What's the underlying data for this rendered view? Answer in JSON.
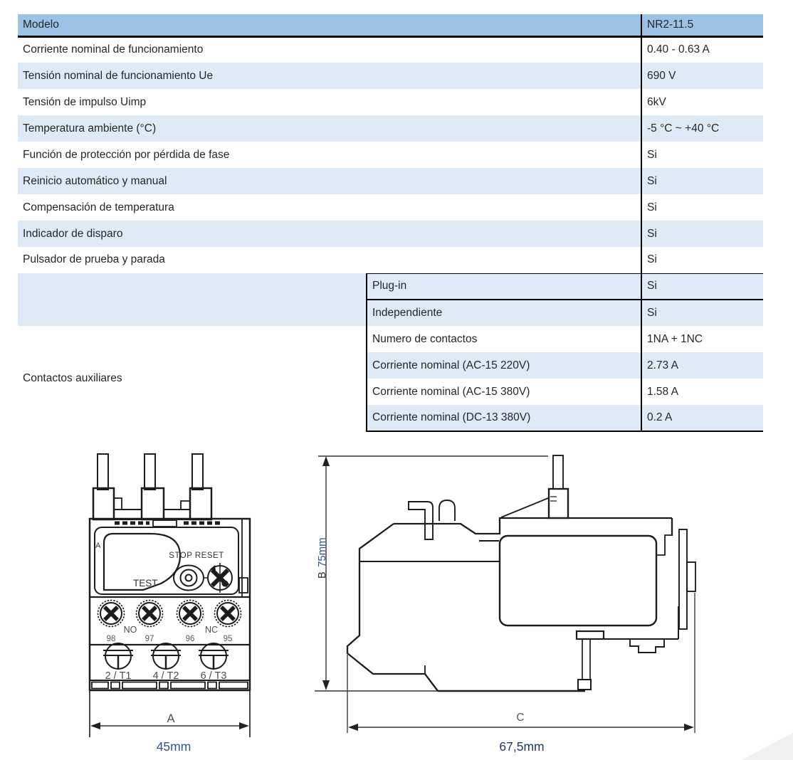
{
  "colors": {
    "header_blue": "#9CC3E5",
    "band_blue": "#DEEBF7",
    "line_black": "#1c1c1c",
    "dim_blue": "#2E5597",
    "dim_navy": "#203864"
  },
  "spec_table": {
    "header": {
      "label": "Modelo",
      "value": "NR2-11.5"
    },
    "rows": [
      {
        "label": "Corriente nominal de funcionamiento",
        "value": "0.40 - 0.63 A"
      },
      {
        "label": "Tensión nominal de funcionamiento Ue",
        "value": "690 V"
      },
      {
        "label": "Tensión de impulso Uimp",
        "value": "6kV"
      },
      {
        "label": "Temperatura ambiente (°C)",
        "value": "-5 °C ~ +40 °C"
      },
      {
        "label": "Función de protección por pérdida de fase",
        "value": "Si"
      },
      {
        "label": "Reinicio automático y manual",
        "value": "Si"
      },
      {
        "label": "Compensación de temperatura",
        "value": "Si"
      },
      {
        "label": "Indicador de disparo",
        "value": "Si"
      },
      {
        "label": "Pulsador de prueba y parada",
        "value": "Si"
      }
    ],
    "aux_group": {
      "label": "Contactos auxiliares",
      "rows": [
        {
          "label": "Plug-in",
          "value": "Si"
        },
        {
          "label": "Independiente",
          "value": "Si"
        },
        {
          "label": "Numero de contactos",
          "value": "1NA + 1NC"
        },
        {
          "label": "Corriente nominal (AC-15 220V)",
          "value": "2.73 A"
        },
        {
          "label": "Corriente nominal (AC-15 380V)",
          "value": "1.58 A"
        },
        {
          "label": "Corriente nominal (DC-13 380V)",
          "value": "0.2 A"
        }
      ]
    }
  },
  "front_view": {
    "dial_label": "A",
    "stop_reset_label": "STOP RESET",
    "test_label": "TEST",
    "no_label": "NO",
    "nc_label": "NC",
    "terminal_numbers": [
      "98",
      "97",
      "96",
      "95"
    ],
    "terminal_labels": [
      "2 / T1",
      "4 / T2",
      "6 / T3"
    ],
    "dim_a": {
      "letter": "A",
      "value": "45mm"
    }
  },
  "side_view": {
    "dim_b": {
      "letter": "B",
      "value": "75mm"
    },
    "dim_c": {
      "letter": "C",
      "value": "67,5mm"
    }
  }
}
